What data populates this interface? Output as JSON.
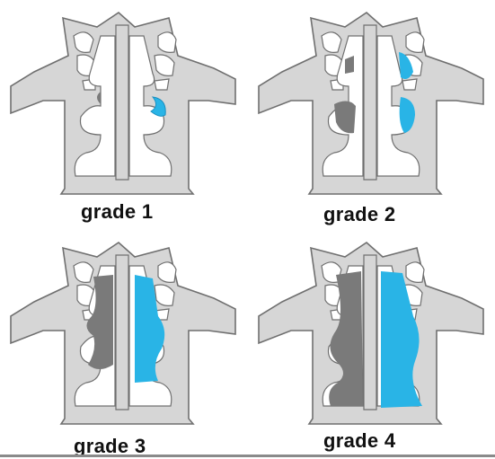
{
  "colors": {
    "background": "#ffffff",
    "sinus_fill": "#d6d6d6",
    "sinus_stroke": "#6f6f6f",
    "air": "#ffffff",
    "polyp_left": "#7a7a7a",
    "polyp_right": "#29b4e6"
  },
  "panels": [
    {
      "id": "grade-1",
      "caption": "grade 1"
    },
    {
      "id": "grade-2",
      "caption": "grade 2"
    },
    {
      "id": "grade-3",
      "caption": "grade 3"
    },
    {
      "id": "grade-4",
      "caption": "grade 4"
    }
  ]
}
